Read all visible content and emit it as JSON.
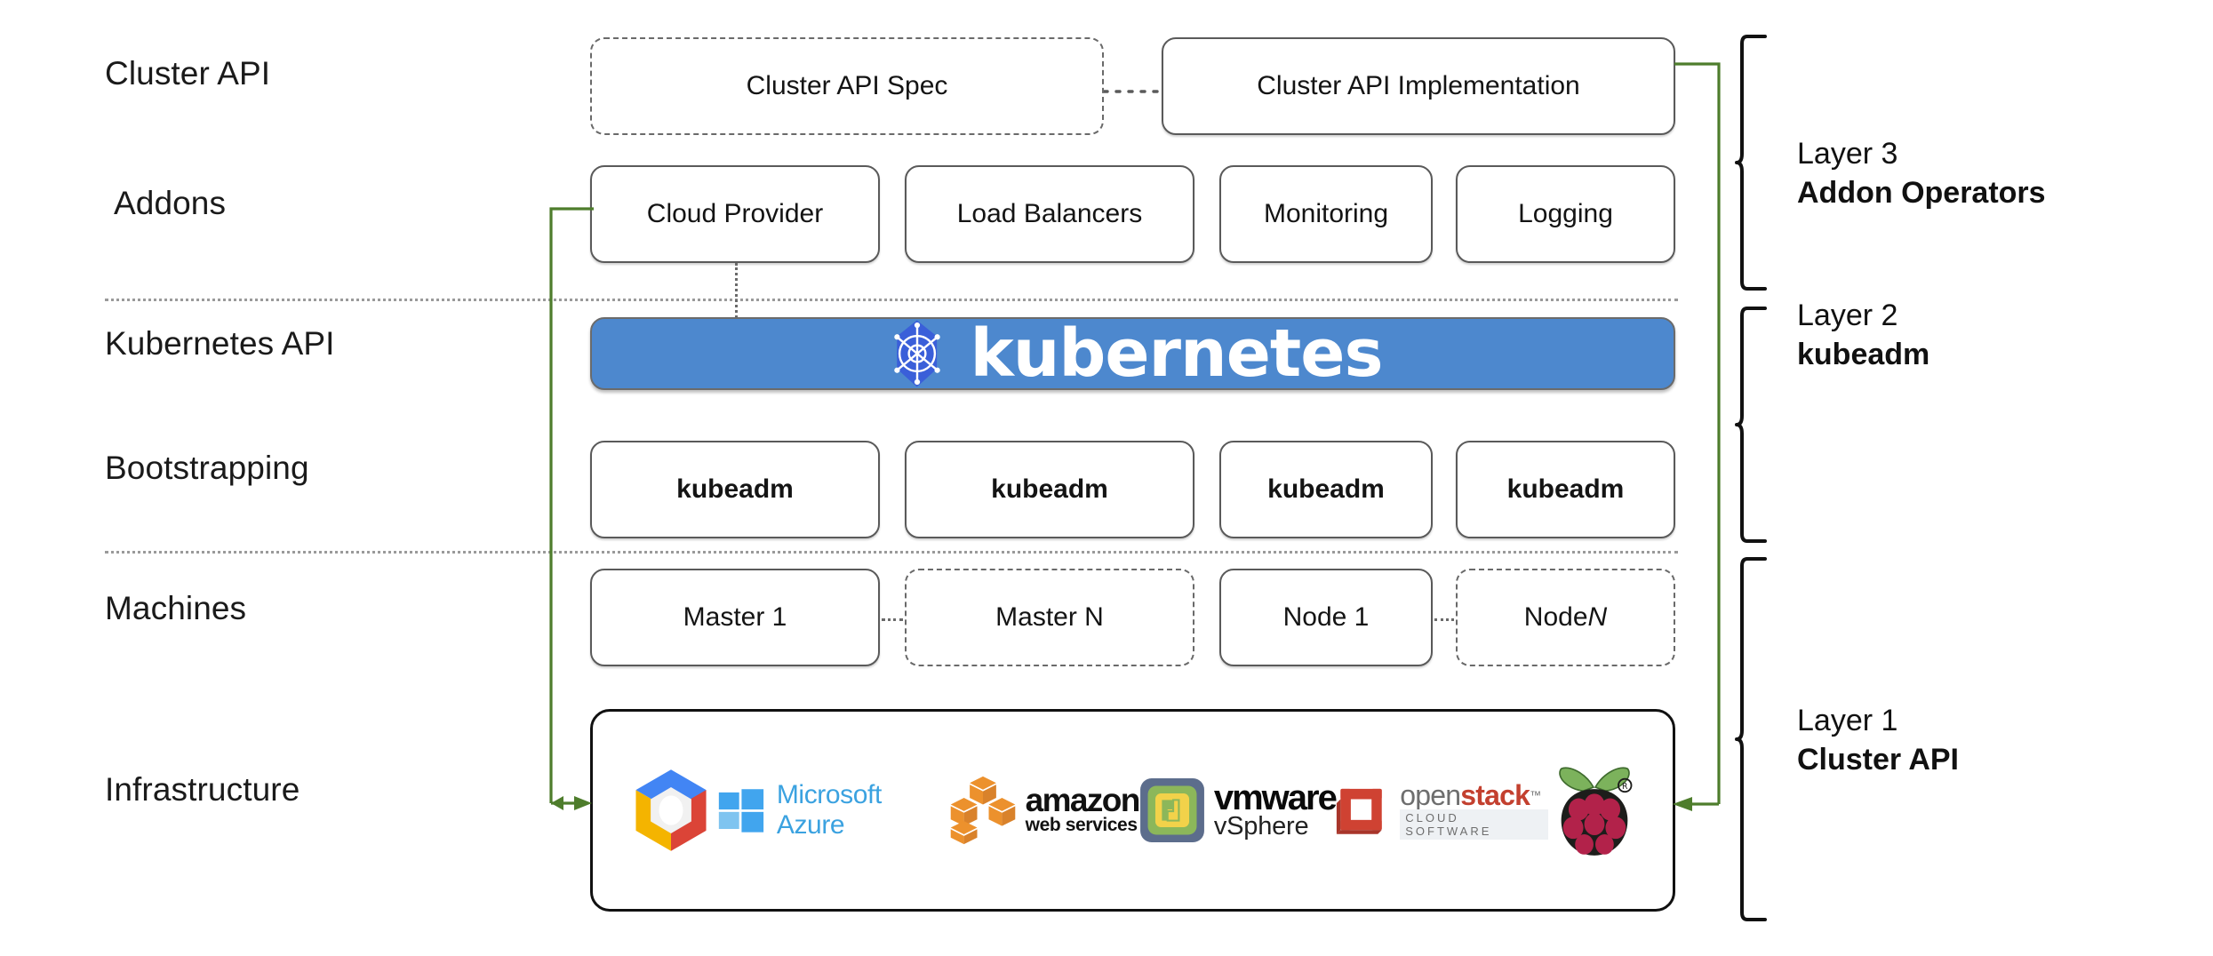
{
  "diagram": {
    "title": "Kubernetes Cluster API layered architecture",
    "accent_green": "#4e7d2c",
    "k8s_blue": "#4d88ce"
  },
  "row_labels": [
    {
      "id": "cluster-api",
      "text": "Cluster API"
    },
    {
      "id": "addons",
      "text": "Addons"
    },
    {
      "id": "kubernetes-api",
      "text": "Kubernetes API"
    },
    {
      "id": "bootstrapping",
      "text": "Bootstrapping"
    },
    {
      "id": "machines",
      "text": "Machines"
    },
    {
      "id": "infrastructure",
      "text": "Infrastructure"
    }
  ],
  "cluster_api_row": {
    "spec_box": {
      "label": "Cluster API Spec",
      "style": "dashed"
    },
    "impl_box": {
      "label": "Cluster API Implementation",
      "style": "solid"
    },
    "connector": "dotted-arrow-right"
  },
  "addons_row": {
    "boxes": [
      {
        "label": "Cloud Provider"
      },
      {
        "label": "Load Balancers"
      },
      {
        "label": "Monitoring"
      },
      {
        "label": "Logging"
      }
    ]
  },
  "kubernetes_row": {
    "wordmark": "kubernetes",
    "logo_name": "kubernetes-wheel-logo",
    "background": "#4d88ce"
  },
  "bootstrapping_row": {
    "boxes": [
      {
        "label": "kubeadm"
      },
      {
        "label": "kubeadm"
      },
      {
        "label": "kubeadm"
      },
      {
        "label": "kubeadm"
      }
    ]
  },
  "machines_row": {
    "boxes": [
      {
        "label": "Master 1",
        "style": "solid"
      },
      {
        "label": "Master N",
        "style": "dashed"
      },
      {
        "label": "Node 1",
        "style": "solid"
      },
      {
        "label": "Node ",
        "label_italic": "N",
        "style": "dashed"
      }
    ]
  },
  "infrastructure_row": {
    "providers": [
      {
        "name": "google-cloud-platform-logo",
        "label": ""
      },
      {
        "name": "microsoft-azure-logo",
        "label": "Microsoft Azure"
      },
      {
        "name": "amazon-web-services-logo",
        "label": "amazon",
        "sublabel": "web services"
      },
      {
        "name": "vmware-vsphere-logo",
        "label": "vmware",
        "sublabel": "vSphere"
      },
      {
        "name": "openstack-logo",
        "label_a": "open",
        "label_b": "stack",
        "sublabel": "CLOUD SOFTWARE"
      },
      {
        "name": "raspberry-pi-logo",
        "label": ""
      }
    ]
  },
  "layers": [
    {
      "id": "layer-3",
      "line1": "Layer 3",
      "line2": "Addon Operators"
    },
    {
      "id": "layer-2",
      "line1": "Layer 2",
      "line2": "kubeadm"
    },
    {
      "id": "layer-1",
      "line1": "Layer 1",
      "line2": "Cluster API"
    }
  ]
}
